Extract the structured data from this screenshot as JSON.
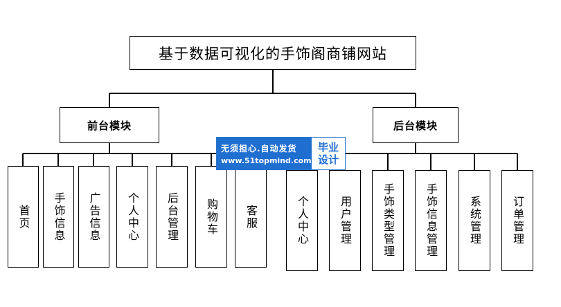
{
  "diagram": {
    "title": "基于数据可视化的手饰阁商铺网站",
    "front_module": {
      "label": "前台模块",
      "children": [
        "首页",
        "手饰信息",
        "广告信息",
        "个人中心",
        "后台管理",
        "购物车",
        "客服"
      ]
    },
    "back_module": {
      "label": "后台模块",
      "children": [
        "个人中心",
        "用户管理",
        "手饰类型管理",
        "手饰信息管理",
        "系统管理",
        "订单管理"
      ]
    }
  },
  "watermark": {
    "line1": "无须担心.自动发货",
    "line2": "www.51topmind.com",
    "badge_top": "毕业",
    "badge_bottom": "设计",
    "color": "#1f6fd1"
  },
  "colors": {
    "line": "#000000",
    "box_border": "#000000",
    "background": "#ffffff"
  }
}
